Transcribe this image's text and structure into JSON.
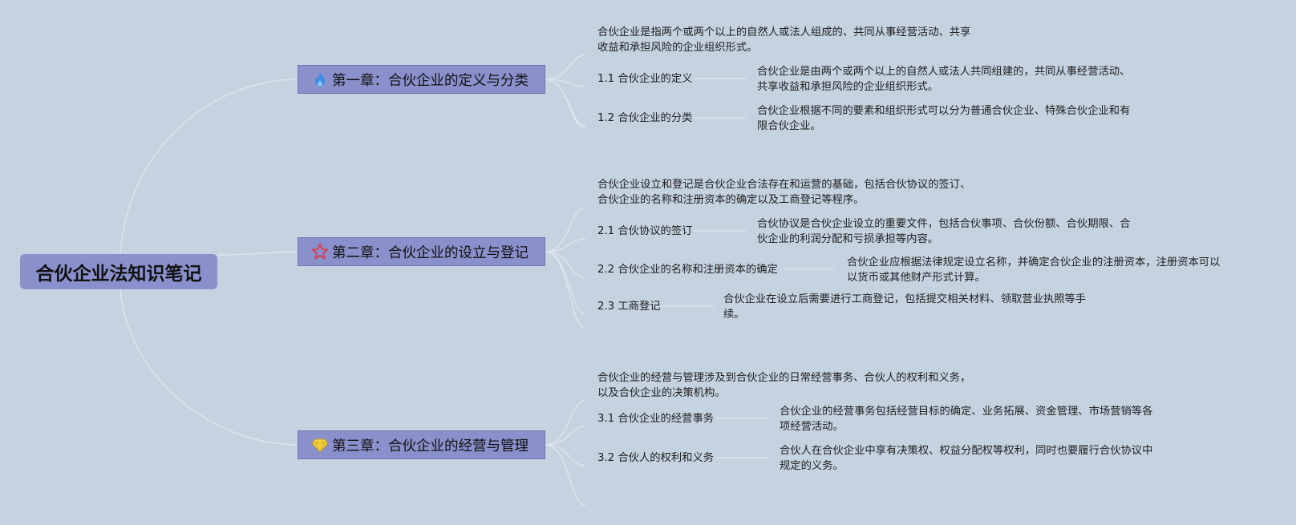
{
  "root": {
    "title": "合伙企业法知识笔记"
  },
  "chapters": [
    {
      "title": "第一章：合伙企业的定义与分类",
      "icon": "fire-icon",
      "icon_color": "#3c8ce0",
      "summary": [
        "合伙企业是指两个或两个以上的自然人或法人组成的、共同从事经营活动、共享",
        "收益和承担风险的企业组织形式。"
      ],
      "sections": [
        {
          "label": "1.1 合伙企业的定义",
          "detail": [
            "合伙企业是由两个或两个以上的自然人或法人共同组建的，共同从事经营活动、",
            "共享收益和承担风险的企业组织形式。"
          ]
        },
        {
          "label": "1.2 合伙企业的分类",
          "detail": [
            "合伙企业根据不同的要素和组织形式可以分为普通合伙企业、特殊合伙企业和有",
            "限合伙企业。"
          ]
        }
      ]
    },
    {
      "title": "第二章：合伙企业的设立与登记",
      "icon": "star-icon",
      "icon_color": "#e0303a",
      "summary": [
        "合伙企业设立和登记是合伙企业合法存在和运营的基础，包括合伙协议的签订、",
        "合伙企业的名称和注册资本的确定以及工商登记等程序。"
      ],
      "sections": [
        {
          "label": "2.1 合伙协议的签订",
          "detail": [
            "合伙协议是合伙企业设立的重要文件，包括合伙事项、合伙份额、合伙期限、合",
            "伙企业的利润分配和亏损承担等内容。"
          ]
        },
        {
          "label": "2.2 合伙企业的名称和注册资本的确定",
          "detail": [
            "合伙企业应根据法律规定设立名称，并确定合伙企业的注册资本，注册资本可以",
            "以货币或其他财产形式计算。"
          ]
        },
        {
          "label": "2.3 工商登记",
          "detail": [
            "合伙企业在设立后需要进行工商登记，包括提交相关材料、领取营业执照等手",
            "续。"
          ]
        }
      ]
    },
    {
      "title": "第三章：合伙企业的经营与管理",
      "icon": "diamond-icon",
      "icon_color": "#f2d23a",
      "summary": [
        "合伙企业的经营与管理涉及到合伙企业的日常经营事务、合伙人的权利和义务，",
        "以及合伙企业的决策机构。"
      ],
      "sections": [
        {
          "label": "3.1 合伙企业的经营事务",
          "detail": [
            "合伙企业的经营事务包括经营目标的确定、业务拓展、资金管理、市场营销等各",
            "项经营活动。"
          ]
        },
        {
          "label": "3.2 合伙人的权利和义务",
          "detail": [
            "合伙人在合伙企业中享有决策权、权益分配权等权利，同时也要履行合伙协议中",
            "规定的义务。"
          ]
        }
      ]
    }
  ]
}
